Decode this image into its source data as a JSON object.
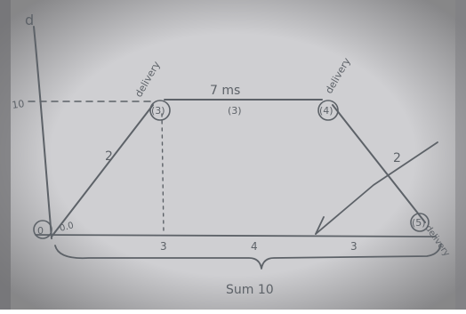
{
  "photo": {
    "paper_color": "#cfcfd2",
    "ink_color": "#5d6268",
    "shadow_color": "#707074"
  },
  "diagram": {
    "nodes": [
      {
        "id": "0",
        "label": "0",
        "annotation": "0.0"
      },
      {
        "id": "1",
        "label": "(3)",
        "annotation": "delivery"
      },
      {
        "id": "2",
        "label": "(4)",
        "annotation": "delivery"
      },
      {
        "id": "3",
        "label": "(5)",
        "annotation": "delivery"
      }
    ],
    "edge_labels": {
      "top_duration": "7 ms",
      "top_node_mark": "(3)",
      "left_slope": "2",
      "right_slope": "2",
      "base_left": "3",
      "base_mid": "4",
      "base_right": "3",
      "brace_total": "Sum 10"
    },
    "axis_marks": {
      "y_axis_top": "d",
      "y_tick": "10"
    }
  }
}
